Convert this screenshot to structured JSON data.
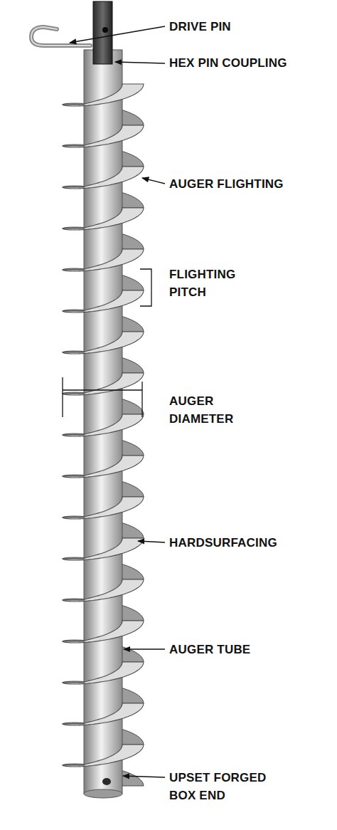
{
  "diagram": {
    "labels": [
      "DRIVE PIN",
      "HEX PIN COUPLING",
      "AUGER FLIGHTING",
      "FLIGHTING PITCH",
      "AUGER DIAMETER",
      "HARDSURFACING",
      "AUGER TUBE",
      "UPSET FORGED BOX END"
    ]
  }
}
